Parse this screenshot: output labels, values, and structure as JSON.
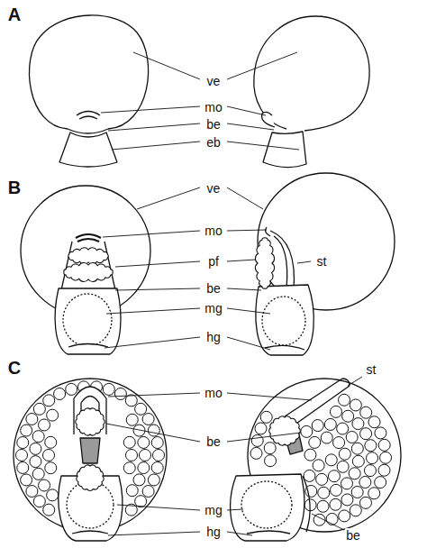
{
  "diagram": {
    "labels": [
      "A",
      "ve",
      "mo",
      "be",
      "eb",
      "B",
      "ve",
      "mo",
      "pf",
      "st",
      "be",
      "mg",
      "hg",
      "C",
      "mo",
      "st",
      "be",
      "mg",
      "hg",
      "be"
    ]
  }
}
